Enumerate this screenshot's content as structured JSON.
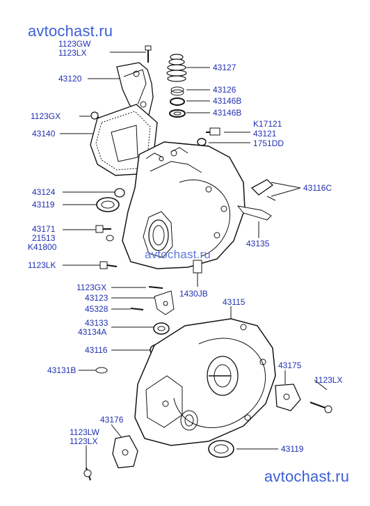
{
  "watermarks": {
    "top": "avtochast.ru",
    "middle": "avtochast.ru",
    "bottom": "avtochast.ru"
  },
  "labels": {
    "l1123GW": "1123GW",
    "l1123LX_a": "1123LX",
    "l43120": "43120",
    "l43127": "43127",
    "l43126": "43126",
    "l43146B_a": "43146B",
    "l43146B_b": "43146B",
    "l1123GX_a": "1123GX",
    "l43140": "43140",
    "lK17121": "K17121",
    "l43121": "43121",
    "l1751DD": "1751DD",
    "l43124": "43124",
    "l43116C": "43116C",
    "l43119_a": "43119",
    "l43171": "43171",
    "l21513": "21513",
    "lK41800": "K41800",
    "l43135": "43135",
    "l1123LK": "1123LK",
    "l1123GX_b": "1123GX",
    "l43123": "43123",
    "l1430JB": "1430JB",
    "l45328": "45328",
    "l43115": "43115",
    "l43133": "43133",
    "l43134A": "43134A",
    "l43116": "43116",
    "l43131B": "43131B",
    "l43175": "43175",
    "l1123LX_b": "1123LX",
    "l43176": "43176",
    "l1123LW": "1123LW",
    "l1123LX_c": "1123LX",
    "l43119_b": "43119"
  },
  "colors": {
    "label": "#1f2fb0",
    "watermark": "#3b5fd6",
    "line": "#111111"
  }
}
